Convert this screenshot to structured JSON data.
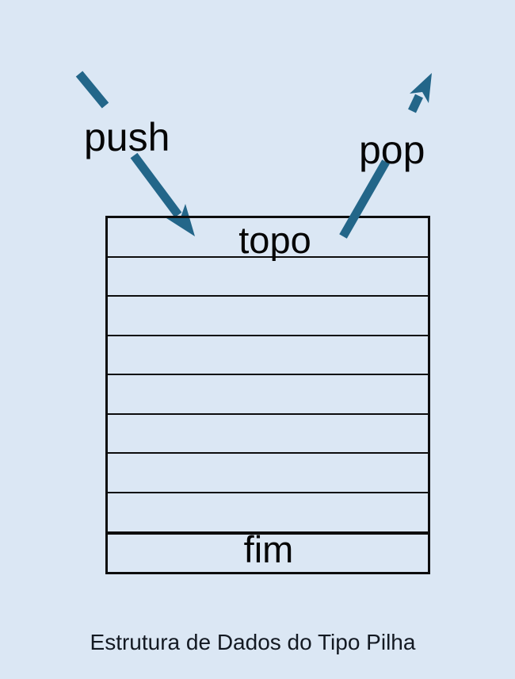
{
  "diagram": {
    "type": "stack-data-structure",
    "caption": "Estrutura de Dados do Tipo Pilha",
    "operations": {
      "push_label": "push",
      "pop_label": "pop"
    },
    "stack": {
      "row_count": 9,
      "top_cell_label": "topo",
      "bottom_cell_label": "fim"
    }
  },
  "colors": {
    "background": "#dbe7f4",
    "arrow": "#236689",
    "line": "#0d0d0d",
    "label_text": "#060606",
    "caption_text": "#131922"
  }
}
